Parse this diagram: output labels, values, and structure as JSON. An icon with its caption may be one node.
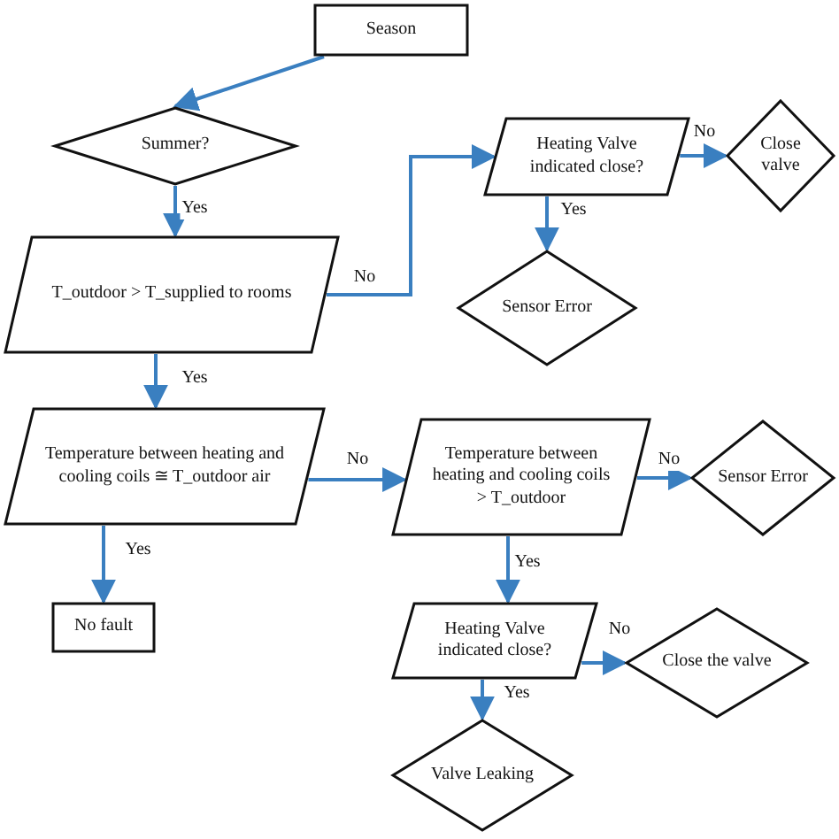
{
  "diagram": {
    "nodes": [
      {
        "text": [
          "Season"
        ]
      },
      {
        "text": [
          "Summer?"
        ]
      },
      {
        "text": [
          "T_outdoor > T_supplied to rooms"
        ]
      },
      {
        "text": [
          "Heating Valve indicated close?"
        ]
      },
      {
        "text": [
          "Close valve"
        ]
      },
      {
        "text": [
          "Sensor Error"
        ]
      },
      {
        "text": [
          "Temperature between heating and cooling coils ≅ T_outdoor air"
        ]
      },
      {
        "text": [
          "No fault"
        ]
      },
      {
        "text": [
          "Temperature between heating and cooling coils > T_outdoor"
        ]
      },
      {
        "text": [
          "Sensor Error"
        ]
      },
      {
        "text": [
          "Heating Valve indicated close?"
        ]
      },
      {
        "text": [
          "Close the valve"
        ]
      },
      {
        "text": [
          "Valve Leaking"
        ]
      }
    ],
    "edges": [
      {
        "from": 0,
        "to": 1,
        "arrow": "to"
      },
      {
        "from": 1,
        "to": 2,
        "arrow": "to",
        "label": "Yes"
      },
      {
        "from": 2,
        "to": 3,
        "arrow": "to",
        "label": "No"
      },
      {
        "from": 3,
        "to": 4,
        "arrow": "to",
        "label": "No"
      },
      {
        "from": 3,
        "to": 5,
        "arrow": "to",
        "label": "Yes"
      },
      {
        "from": 2,
        "to": 6,
        "arrow": "to",
        "label": "Yes"
      },
      {
        "from": 6,
        "to": 8,
        "arrow": "to",
        "label": "No"
      },
      {
        "from": 6,
        "to": 7,
        "arrow": "to",
        "label": "Yes"
      },
      {
        "from": 8,
        "to": 9,
        "arrow": "to",
        "label": "No"
      },
      {
        "from": 8,
        "to": 10,
        "arrow": "to",
        "label": "Yes"
      },
      {
        "from": 10,
        "to": 11,
        "arrow": "to",
        "label": "No"
      },
      {
        "from": 10,
        "to": 12,
        "arrow": "to",
        "label": "Yes"
      }
    ]
  }
}
